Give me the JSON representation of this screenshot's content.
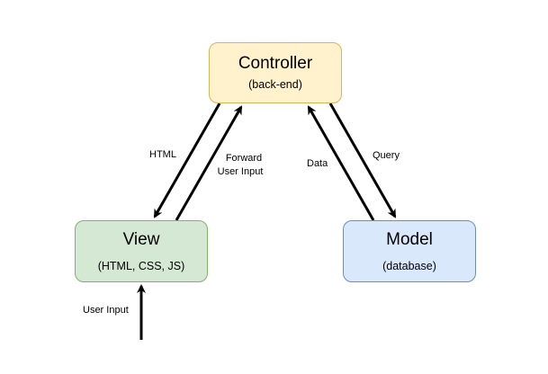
{
  "nodes": {
    "controller": {
      "title": "Controller",
      "subtitle": "(back-end)",
      "fill": "#fff2cc",
      "stroke": "#d6b656"
    },
    "view": {
      "title": "View",
      "subtitle": "(HTML, CSS, JS)",
      "fill": "#d5e8d4",
      "stroke": "#82b366"
    },
    "model": {
      "title": "Model",
      "subtitle": "(database)",
      "fill": "#dae8fc",
      "stroke": "#6c8ebf"
    }
  },
  "edges": {
    "html": "HTML",
    "forward_line1": "Forward",
    "forward_line2": "User Input",
    "data": "Data",
    "query": "Query",
    "user_input": "User Input"
  },
  "colors": {
    "arrow": "#000000"
  }
}
